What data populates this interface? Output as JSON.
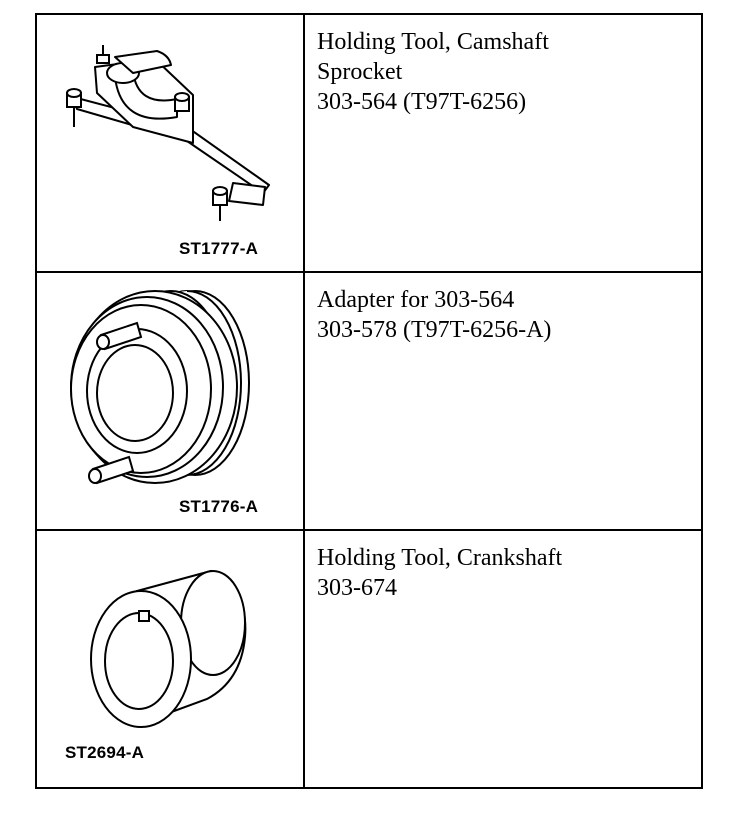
{
  "rows": [
    {
      "code": "ST1777-A",
      "icon": "camshaft-holding-tool-drawing",
      "lines": [
        "Holding Tool, Camshaft",
        "Sprocket",
        "303-564 (T97T-6256)"
      ]
    },
    {
      "code": "ST1776-A",
      "icon": "adapter-pulley-drawing",
      "lines": [
        "Adapter for 303-564",
        "303-578 (T97T-6256-A)"
      ]
    },
    {
      "code": "ST2694-A",
      "icon": "crankshaft-holding-tool-drawing",
      "lines": [
        "Holding Tool, Crankshaft",
        "303-674"
      ]
    }
  ]
}
